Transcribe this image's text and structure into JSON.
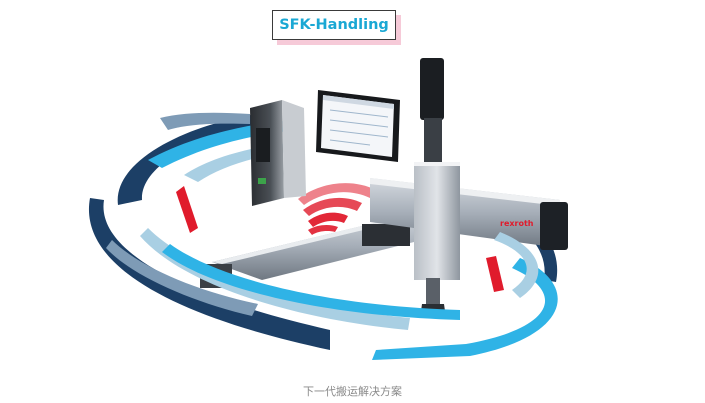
{
  "header": {
    "title": "SFK-Handling"
  },
  "product": {
    "brand_label": "rexroth"
  },
  "caption": {
    "text": "下一代搬运解决方案"
  },
  "colors": {
    "title_text": "#1aa8d4",
    "title_shadow": "#f6cad8",
    "ring_navy": "#1c3f66",
    "ring_cyan": "#2fb3e6",
    "ring_light": "#a9cfe3",
    "ring_steel": "#7e9bb6",
    "signal_red": "#e01b2c"
  }
}
